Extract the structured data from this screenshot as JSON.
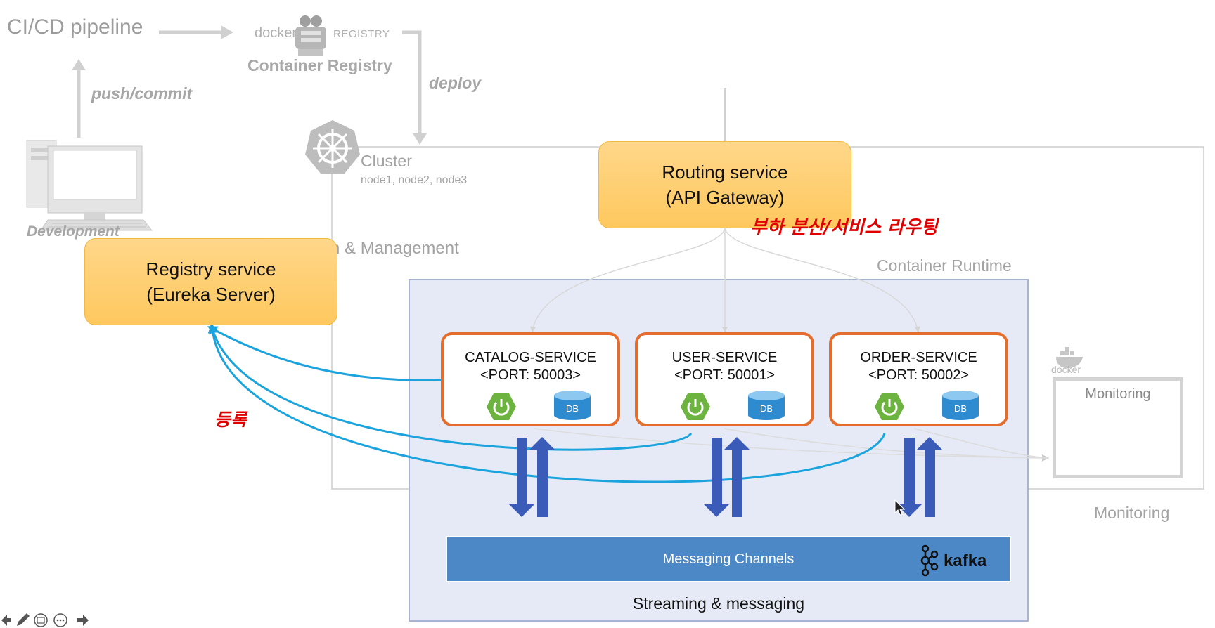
{
  "pipeline": {
    "cicd_label": "CI/CD pipeline",
    "push_commit_label": "push/commit",
    "deploy_label": "deploy",
    "docker_logo_text": "docker",
    "registry_logo_text": "REGISTRY",
    "container_registry_label": "Container Registry",
    "development_label": "Development"
  },
  "cluster": {
    "title": "Cluster",
    "nodes": "node1, node2, node3",
    "management_label": "n & Management",
    "container_runtime_label": "Container Runtime"
  },
  "gateway": {
    "line1": "Routing service",
    "line2": "(API Gateway)",
    "note_korean": "부하 분산/서비스 라우팅"
  },
  "registry": {
    "line1": "Registry service",
    "line2": "(Eureka Server)",
    "note_korean": "등록"
  },
  "services": [
    {
      "name": "CATALOG-SERVICE",
      "port": "<PORT: 50003>",
      "db_label": "DB"
    },
    {
      "name": "USER-SERVICE",
      "port": "<PORT: 50001>",
      "db_label": "DB"
    },
    {
      "name": "ORDER-SERVICE",
      "port": "<PORT: 50002>",
      "db_label": "DB"
    }
  ],
  "messaging": {
    "channel_label": "Messaging Channels",
    "kafka_logo_text": "kafka",
    "streaming_label": "Streaming & messaging"
  },
  "monitoring": {
    "box_title": "Monitoring",
    "docker_small_text": "docker",
    "bottom_label": "Monitoring"
  },
  "colors": {
    "accent_orange": "#e46c2d",
    "box_yellow": "#fec85e",
    "runtime_bg": "#e6eaf6",
    "wire_blue": "#1aa3dc",
    "arrow_blue": "#3a5bb8",
    "kafka_blue": "#4c87c6",
    "spring_green": "#6cb33f",
    "korean_red": "#e00000"
  }
}
